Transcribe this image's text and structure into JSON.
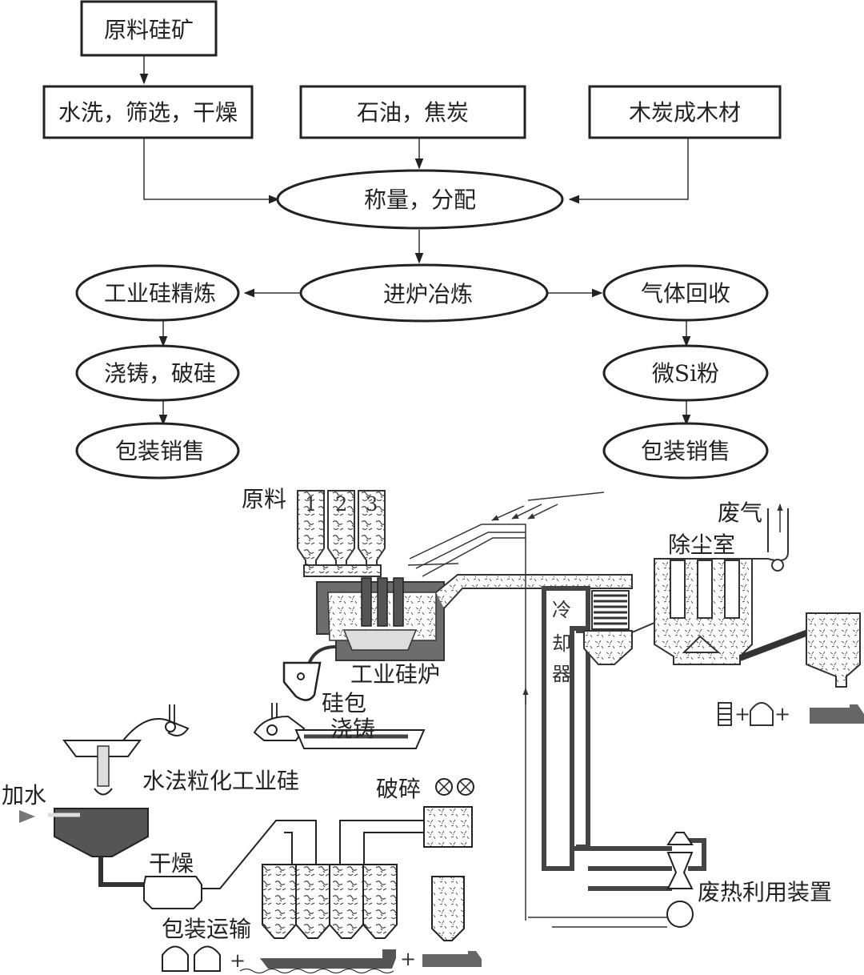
{
  "flowchart": {
    "nodes": {
      "raw_ore": "原料硅矿",
      "wash": "水洗，筛选，干燥",
      "petro_coke": "石油，焦炭",
      "charcoal": "木炭成木材",
      "weigh": "称量，分配",
      "smelt": "进炉冶炼",
      "refine": "工业硅精炼",
      "cast": "浇铸，破硅",
      "pack_left": "包装销售",
      "gas": "气体回收",
      "micro_si": "微Si粉",
      "pack_right": "包装销售"
    }
  },
  "process": {
    "labels": {
      "raw_material": "原料",
      "hopper_1": "1",
      "hopper_2": "2",
      "hopper_3": "3",
      "exhaust": "废气",
      "dust_room": "除尘室",
      "cooler_1": "冷",
      "cooler_2": "却",
      "cooler_3": "器",
      "furnace": "工业硅炉",
      "ladle": "硅包",
      "casting": "浇铸",
      "granulation": "水法粒化工业硅",
      "add_water": "加水",
      "crushing": "破碎",
      "drying": "干燥",
      "pack_transport": "包装运输",
      "waste_heat": "废热利用装置",
      "plus": "+"
    }
  }
}
